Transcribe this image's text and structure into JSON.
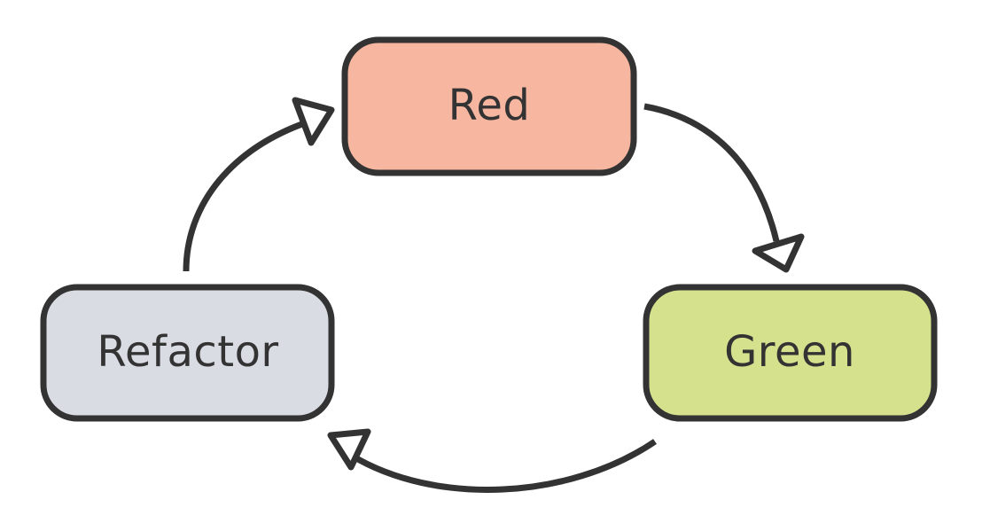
{
  "nodes": [
    {
      "id": "red",
      "label": "Red",
      "fill": "#f7b6a0"
    },
    {
      "id": "green",
      "label": "Green",
      "fill": "#d5e18c"
    },
    {
      "id": "refactor",
      "label": "Refactor",
      "fill": "#d9dce3"
    }
  ],
  "edges": [
    {
      "from": "Red",
      "to": "Green"
    },
    {
      "from": "Green",
      "to": "Refactor"
    },
    {
      "from": "Refactor",
      "to": "Red"
    }
  ],
  "colors": {
    "stroke": "#333333",
    "background": "#ffffff"
  }
}
